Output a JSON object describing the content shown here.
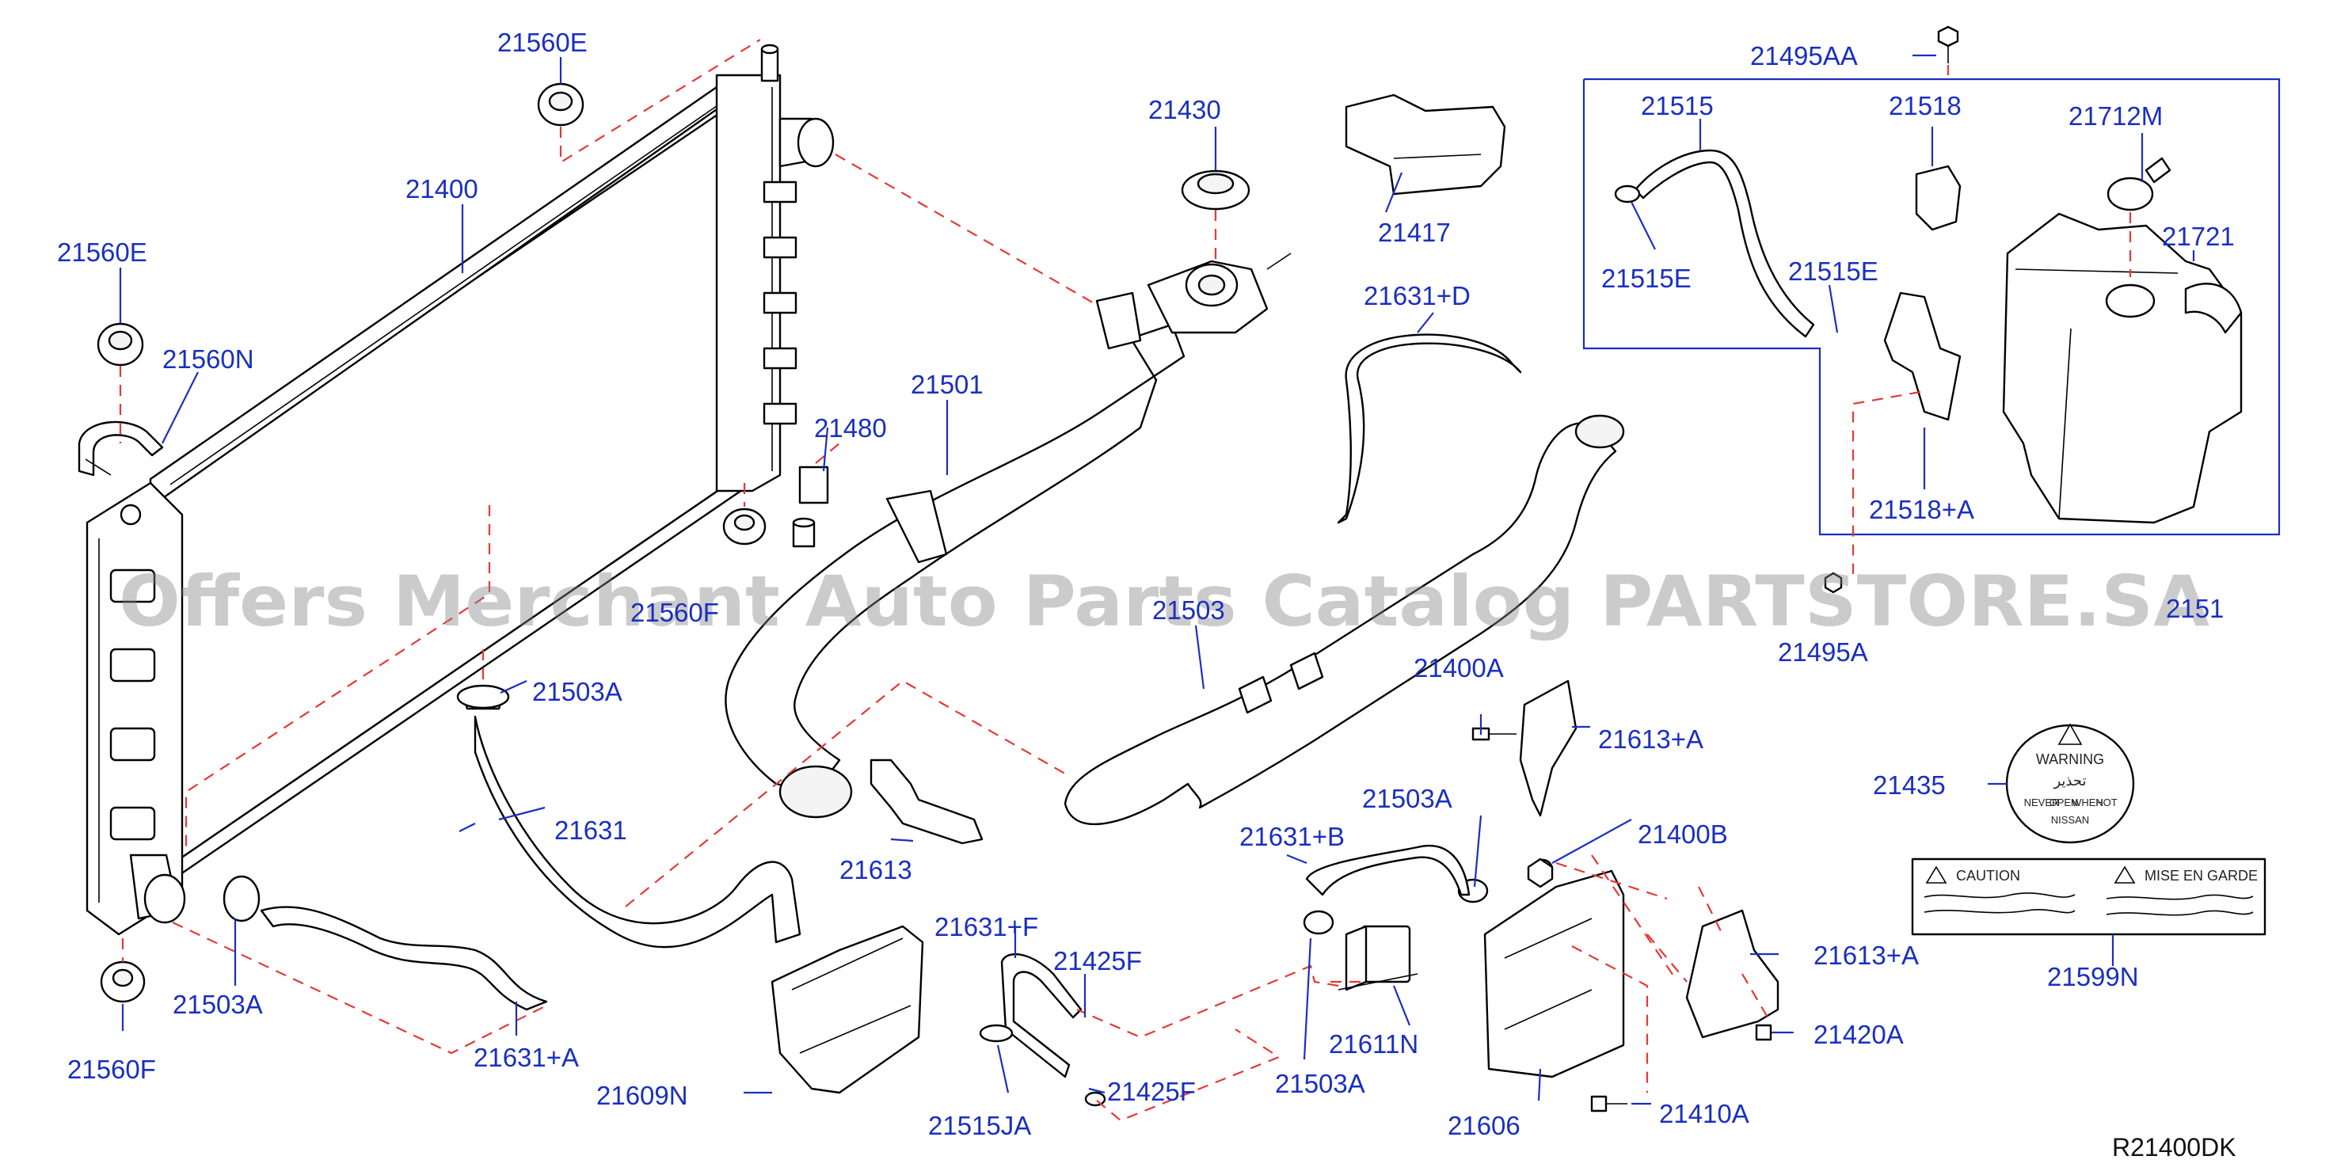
{
  "diagram": {
    "code": "R21400DK",
    "watermark": "Offers Merchant Auto Parts Catalog PARTSTORE.SA",
    "warning_decal": {
      "title": "WARNING",
      "arabic": "تحذير",
      "words": [
        "NEVER",
        "OPEN",
        "WHEN",
        "HOT"
      ],
      "brand": "NISSAN"
    },
    "caution_label": {
      "caution": "CAUTION",
      "mise": "MISE EN GARDE"
    },
    "labels": {
      "p21560E_top": "21560E",
      "p21400": "21400",
      "p21560E_left": "21560E",
      "p21560N": "21560N",
      "p21430": "21430",
      "p21417": "21417",
      "p21495AA": "21495AA",
      "p21515": "21515",
      "p21518": "21518",
      "p21712M": "21712M",
      "p21721": "21721",
      "p21515E_left": "21515E",
      "p21515E_right": "21515E",
      "p21518A": "21518+A",
      "p21631D": "21631+D",
      "p21501": "21501",
      "p21480": "21480",
      "p21560F_mid": "21560F",
      "p21503": "21503",
      "p21510": "2151",
      "p21495A": "21495A",
      "p21503A_1": "21503A",
      "p21631": "21631",
      "p21400A": "21400A",
      "p21613A_1": "21613+A",
      "p21503A_2": "21503A",
      "p21631B": "21631+B",
      "p21400B": "21400B",
      "p21435": "21435",
      "p21613": "21613",
      "p21631F": "21631+F",
      "p21425F_1": "21425F",
      "p21613A_2": "21613+A",
      "p21599N": "21599N",
      "p21503A_3": "21503A",
      "p21631A": "21631+A",
      "p21560F_bot": "21560F",
      "p21611N": "21611N",
      "p21420A": "21420A",
      "p21503A_4": "21503A",
      "p21425F_2": "21425F",
      "p21609N": "21609N",
      "p21515JA": "21515JA",
      "p21606": "21606",
      "p21410A": "21410A"
    }
  }
}
